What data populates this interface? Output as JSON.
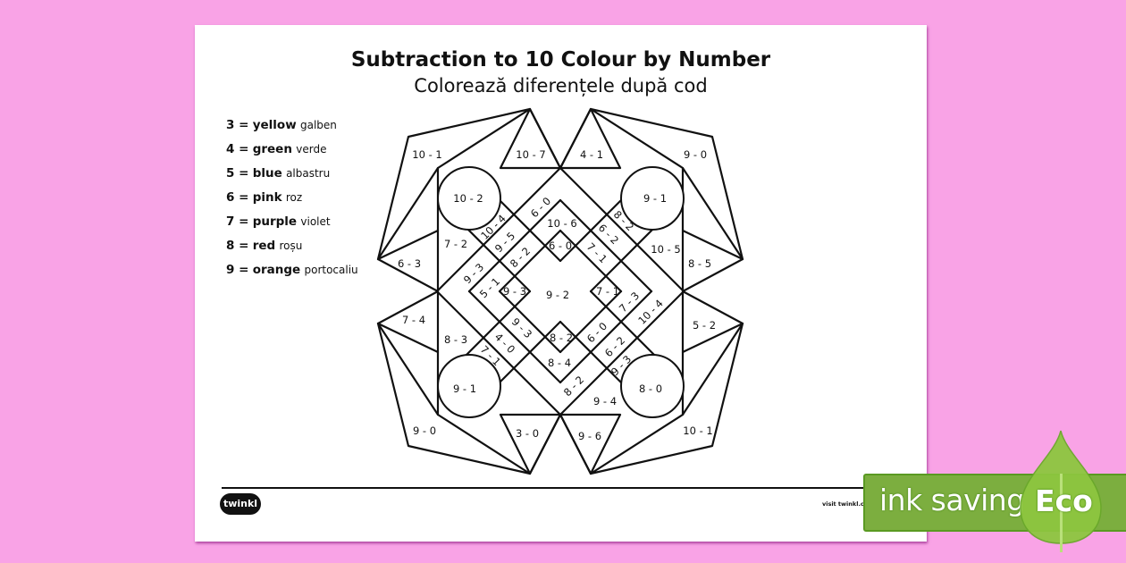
{
  "worksheet": {
    "title": "Subtraction to 10 Colour by Number",
    "subtitle": "Colorează diferențele după cod"
  },
  "key": [
    {
      "number": "3 =",
      "colour": "yellow",
      "romanian": "galben"
    },
    {
      "number": "4 =",
      "colour": "green",
      "romanian": "verde"
    },
    {
      "number": "5 =",
      "colour": "blue",
      "romanian": "albastru"
    },
    {
      "number": "6 =",
      "colour": "pink",
      "romanian": "roz"
    },
    {
      "number": "7 =",
      "colour": "purple",
      "romanian": "violet"
    },
    {
      "number": "8 =",
      "colour": "red",
      "romanian": "roșu"
    },
    {
      "number": "9 =",
      "colour": "orange",
      "romanian": "portocaliu"
    }
  ],
  "design": {
    "labels": [
      "10 - 1",
      "10 - 7",
      "4 - 1",
      "9 - 0",
      "10 - 2",
      "9 - 1",
      "7 - 2",
      "10 - 6",
      "6 - 0",
      "10 - 5",
      "8 - 5",
      "6 - 3",
      "9 - 3",
      "9 - 2",
      "7 - 1",
      "7 - 4",
      "5 - 2",
      "8 - 3",
      "8 - 2",
      "8 - 4",
      "9 - 4",
      "9 - 1",
      "8 - 0",
      "9 - 0",
      "3 - 0",
      "9 - 6",
      "10 - 1",
      "10 - 4",
      "6 - 0",
      "9 - 5",
      "8 - 2",
      "9 - 3",
      "5 - 1",
      "7 - 3",
      "10 - 4",
      "6 - 0",
      "6 - 2",
      "9 - 3",
      "8 - 2",
      "8 - 2",
      "6 - 2",
      "7 - 1",
      "9 - 3",
      "4 - 0",
      "7 - 1"
    ]
  },
  "footer": {
    "logo": "twinkl",
    "visit": "visit twinkl.co"
  },
  "eco_badge": {
    "text": "ink saving",
    "badge": "Eco",
    "colors": {
      "bar": "#7cae3f",
      "leaf": "#8dc63f"
    }
  },
  "colors": {
    "background": "#f9a3e6",
    "paper": "#ffffff"
  }
}
